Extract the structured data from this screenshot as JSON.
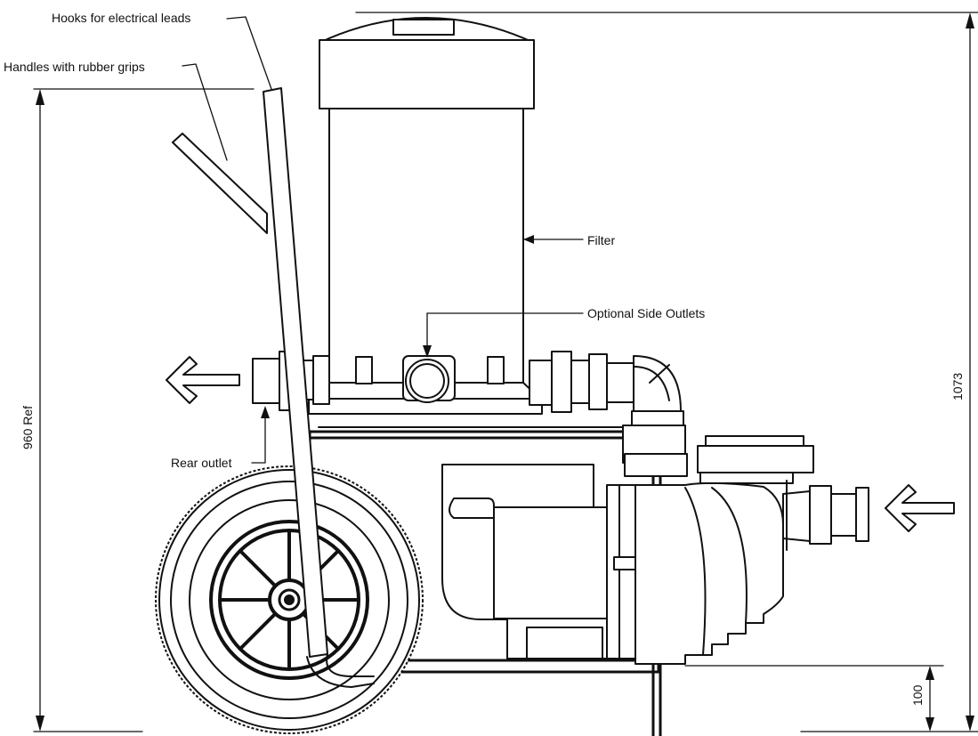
{
  "labels": {
    "hooks": "Hooks for electrical leads",
    "handles": "Handles with rubber grips",
    "filter": "Filter",
    "side_outlets": "Optional Side Outlets",
    "rear_outlet": "Rear outlet"
  },
  "dimensions": {
    "overall_height": "960 Ref",
    "total_height": "1073",
    "ground_clearance": "100"
  }
}
